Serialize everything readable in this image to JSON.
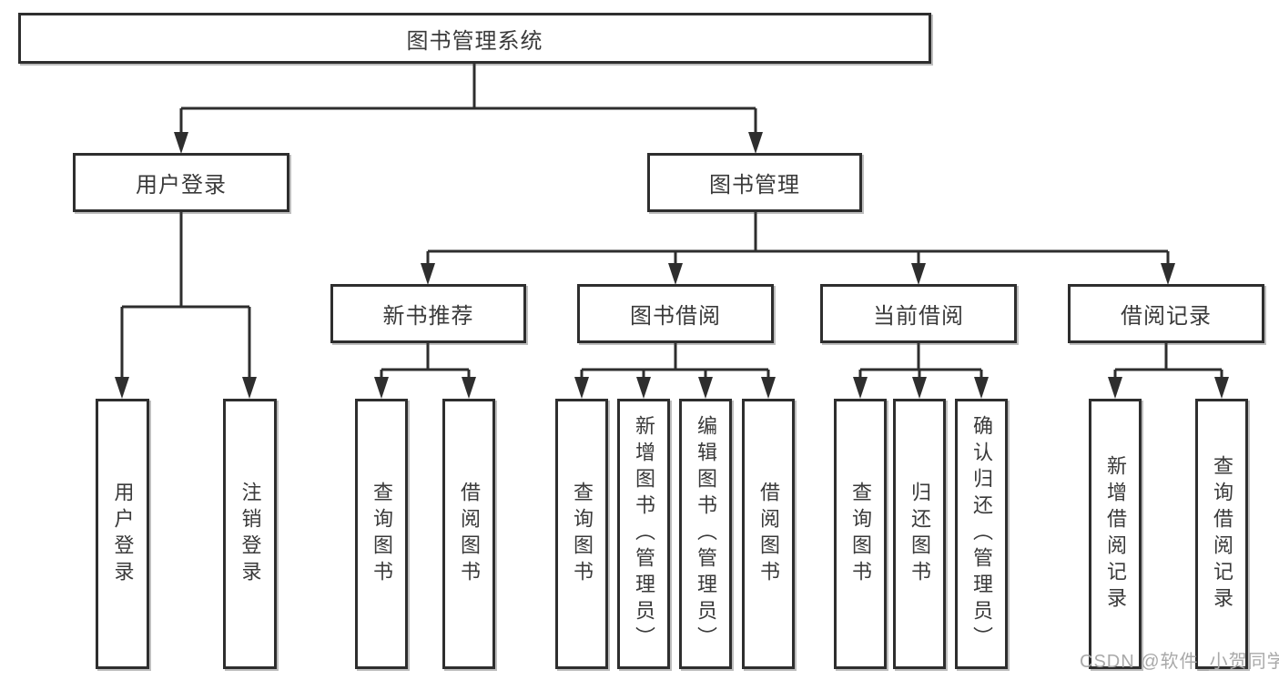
{
  "colors": {
    "line": "#2e2e2e",
    "text": "#3a3a3a",
    "background": "#ffffff",
    "watermark": "#a9a9a9"
  },
  "tree": {
    "root": {
      "label": "图书管理系统"
    },
    "branches": [
      {
        "label": "用户登录",
        "children": [
          {
            "label": "用户登录"
          },
          {
            "label": "注销登录"
          }
        ]
      },
      {
        "label": "图书管理",
        "children": [
          {
            "label": "新书推荐",
            "children": [
              {
                "label": "查询图书"
              },
              {
                "label": "借阅图书"
              }
            ]
          },
          {
            "label": "图书借阅",
            "children": [
              {
                "label": "查询图书"
              },
              {
                "label": "新增图书（管理员）"
              },
              {
                "label": "编辑图书（管理员）"
              },
              {
                "label": "借阅图书"
              }
            ]
          },
          {
            "label": "当前借阅",
            "children": [
              {
                "label": "查询图书"
              },
              {
                "label": "归还图书"
              },
              {
                "label": "确认归还（管理员）"
              }
            ]
          },
          {
            "label": "借阅记录",
            "children": [
              {
                "label": "新增借阅记录"
              },
              {
                "label": "查询借阅记录"
              }
            ]
          }
        ]
      }
    ]
  },
  "watermark": {
    "text": "CSDN @软件_小贺同学"
  }
}
